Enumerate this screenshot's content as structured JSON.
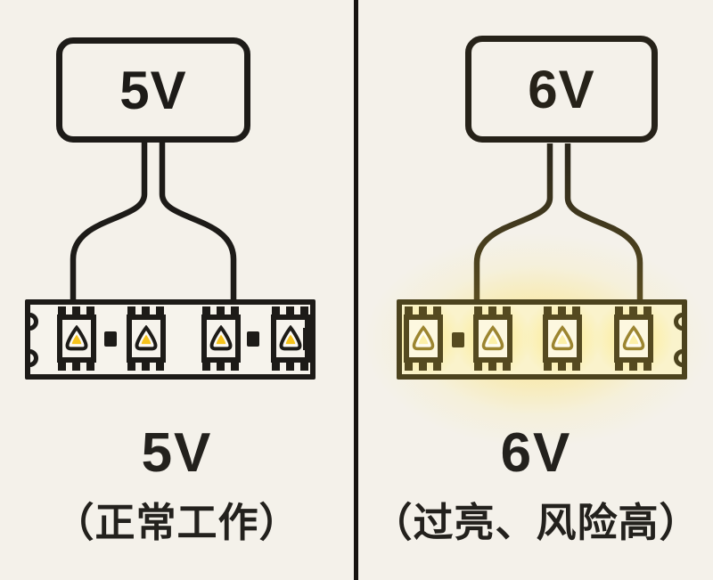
{
  "page": {
    "description": "Comparison infographic of LED strip powered at 5V (normal) vs 6V (over-driven, glowing)"
  },
  "colors": {
    "bg": "#f4f1ea",
    "ink": "#1d1b18",
    "olive": "#4c431e",
    "divider": "#161310",
    "led_yellow": "#f5c31d",
    "led_glow_yellow": "#fcf0a8"
  },
  "left": {
    "psu_label": "5V",
    "caption_voltage": "5V",
    "caption_note": "（正常工作）"
  },
  "right": {
    "psu_label": "6V",
    "caption_voltage": "6V",
    "caption_note": "（过亮、风险高）"
  }
}
